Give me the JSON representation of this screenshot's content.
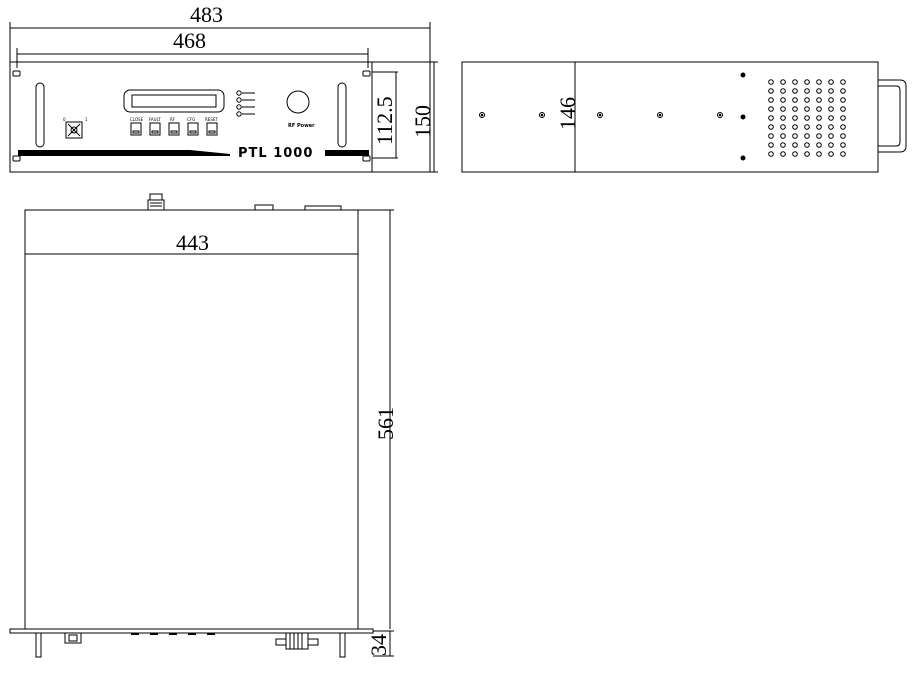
{
  "dimensions": {
    "overall_width": "483",
    "mounting_width": "468",
    "panel_height": "112.5",
    "overall_height": "150",
    "side_depth_height": "146",
    "body_width": "443",
    "body_depth": "561",
    "front_protrusion": "34"
  },
  "front_panel": {
    "model_label": "PTL 1000",
    "knob_label": "RF Power",
    "button_labels": [
      "CLOSE",
      "FAULT",
      "RF",
      "CFG",
      "RESET"
    ]
  },
  "switch_labels": {
    "off": "0",
    "on": "1"
  }
}
